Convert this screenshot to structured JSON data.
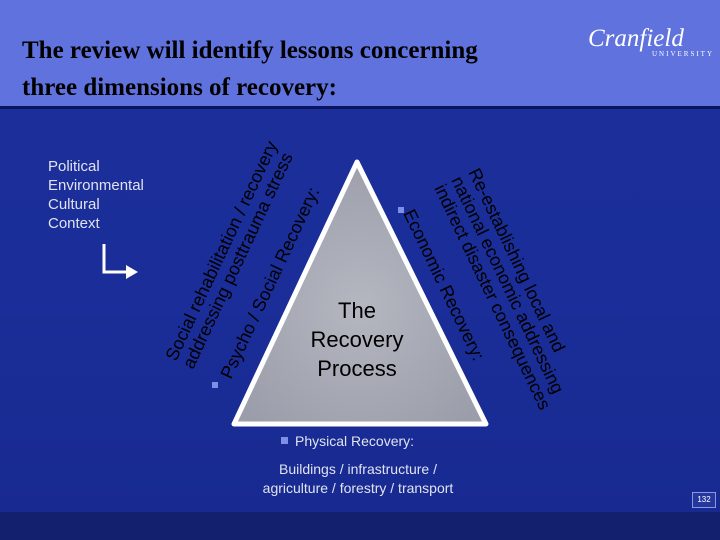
{
  "slide": {
    "title_line1": "The review will identify lessons concerning",
    "title_line2": "three dimensions of recovery:",
    "page_number": "132"
  },
  "logo": {
    "wordmark": "Cranfield",
    "subline": "UNIVERSITY"
  },
  "context_labels": [
    "Political",
    "Environmental",
    "Cultural",
    "Context"
  ],
  "triangle": {
    "center_line1": "The",
    "center_line2": "Recovery",
    "center_line3": "Process"
  },
  "dimensions": {
    "social": {
      "heading": "Psycho / Social Recovery:",
      "detail_line1": "Social rehabilitation / recovery",
      "detail_line2": "addressing posttrauma stress"
    },
    "economic": {
      "heading": "Economic Recovery:",
      "detail_line1": "Re-establishing local and",
      "detail_line2": "national economic addressing",
      "detail_line3": "indirect disaster consequences"
    },
    "physical": {
      "heading": "Physical Recovery:",
      "detail_line1": "Buildings / infrastructure /",
      "detail_line2": "agriculture / forestry / transport"
    }
  },
  "colors": {
    "background": "#1a2d98",
    "header": "#5f72de",
    "triangle_fill": "#a9acb6",
    "triangle_outline": "#ffffff",
    "bullet": "#7f8fe6",
    "text_light": "#e0e3f0",
    "text_dark": "#000000"
  },
  "icons": [
    "corner-arrow-icon",
    "bullet-square-icon"
  ]
}
